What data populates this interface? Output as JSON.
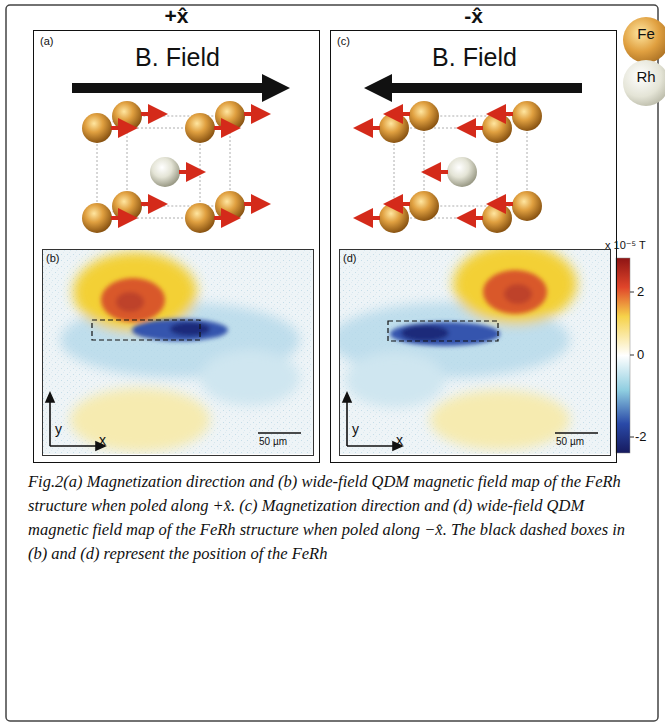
{
  "diagram": {
    "caption": "Fig.2(a) Magnetization direction and (b) wide-field QDM magnetic field map of the FeRh structure when poled along +x̂. (c) Magnetization direction and (d) wide-field QDM magnetic field map of the FeRh structure when poled along −x̂. The black dashed boxes in (b) and (d) represent the position of the FeRh",
    "nodes": [
      {
        "text": [
          "+x̂"
        ]
      },
      {
        "text": [
          "(a)",
          "B. Field"
        ],
        "in": 0
      },
      {
        "text": [
          "(b)",
          "y",
          "x",
          "50 µm"
        ],
        "in": 0
      },
      {
        "text": [
          "-x̂"
        ]
      },
      {
        "text": [
          "(c)",
          "B. Field"
        ],
        "in": 3
      },
      {
        "text": [
          "(d)",
          "y",
          "x",
          "50 µm"
        ],
        "in": 3
      },
      {
        "text": [
          "Fe"
        ]
      },
      {
        "text": [
          "Rh"
        ]
      }
    ],
    "labels": [
      "x 10⁻⁵ T",
      "2",
      "0",
      "-2"
    ]
  }
}
